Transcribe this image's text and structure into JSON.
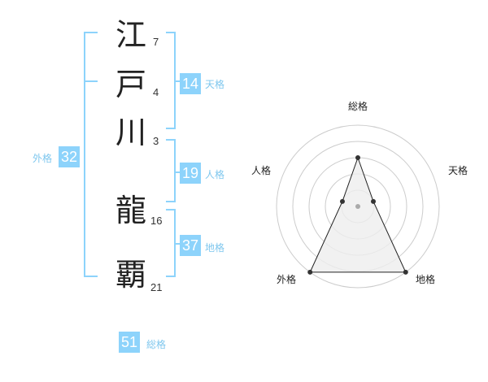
{
  "name": {
    "chars": [
      {
        "char": "江",
        "strokes": "7"
      },
      {
        "char": "戸",
        "strokes": "4"
      },
      {
        "char": "川",
        "strokes": "3"
      },
      {
        "char": "龍",
        "strokes": "16"
      },
      {
        "char": "覇",
        "strokes": "21"
      }
    ]
  },
  "fortune": {
    "tenkaku": {
      "value": "14",
      "label": "天格"
    },
    "jinkaku": {
      "value": "19",
      "label": "人格"
    },
    "chikaku": {
      "value": "37",
      "label": "地格"
    },
    "gaikaku": {
      "value": "32",
      "label": "外格"
    },
    "soukaku": {
      "value": "51",
      "label": "総格"
    }
  },
  "radar": {
    "axes": [
      "総格",
      "天格",
      "地格",
      "外格",
      "人格"
    ],
    "rings": 5,
    "max": 5,
    "values": [
      3,
      1,
      5,
      5,
      1
    ],
    "colors": {
      "ring": "#cccccc",
      "fill": "#eeeeee",
      "line": "#222222",
      "point": "#333333",
      "center": "#aaaaaa"
    }
  },
  "colors": {
    "accent": "#8dd3fb",
    "bracket": "#8dd3fb",
    "label": "#7fc7ee"
  }
}
